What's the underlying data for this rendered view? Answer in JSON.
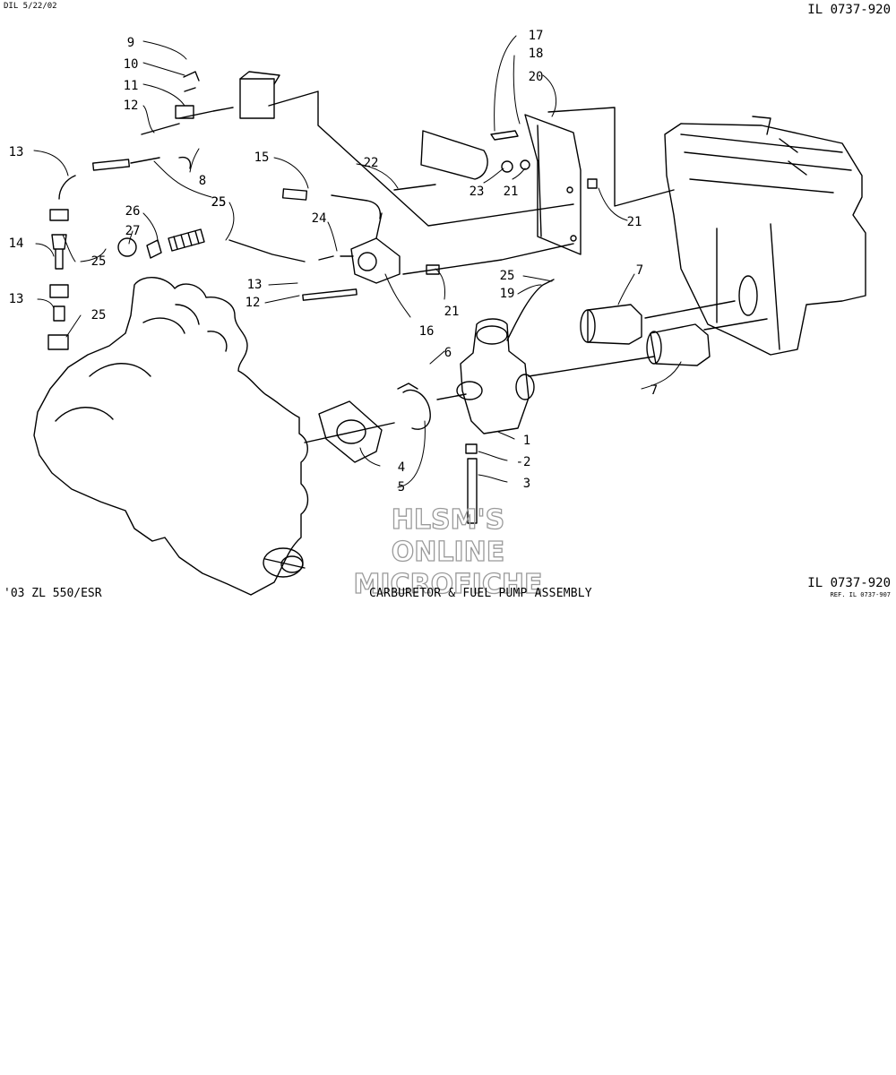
{
  "header": {
    "stamp": "DIL 5/22/02",
    "page_code": "IL 0737-920"
  },
  "footer": {
    "model": "'03 ZL 550/ESR",
    "title": "CARBURETOR & FUEL PUMP ASSEMBLY",
    "page_code": "IL 0737-920",
    "ref": "REF. IL 0737-907"
  },
  "watermark": [
    "HLSM'S",
    "ONLINE",
    "MICROFICHE"
  ],
  "callouts": [
    {
      "id": "c9",
      "label": "9"
    },
    {
      "id": "c10",
      "label": "10"
    },
    {
      "id": "c11",
      "label": "11"
    },
    {
      "id": "c12a",
      "label": "12"
    },
    {
      "id": "c13a",
      "label": "13"
    },
    {
      "id": "c8",
      "label": "8"
    },
    {
      "id": "c25a",
      "label": "25"
    },
    {
      "id": "c14",
      "label": "14"
    },
    {
      "id": "c25b",
      "label": "25"
    },
    {
      "id": "c13b",
      "label": "13"
    },
    {
      "id": "c25c",
      "label": "25"
    },
    {
      "id": "c26",
      "label": "26"
    },
    {
      "id": "c27",
      "label": "27"
    },
    {
      "id": "c25d",
      "label": "25"
    },
    {
      "id": "c15",
      "label": "15"
    },
    {
      "id": "c24",
      "label": "24"
    },
    {
      "id": "c13c",
      "label": "13"
    },
    {
      "id": "c12b",
      "label": "12"
    },
    {
      "id": "c16",
      "label": "16"
    },
    {
      "id": "c21a",
      "label": "21"
    },
    {
      "id": "c22",
      "label": "22"
    },
    {
      "id": "c23",
      "label": "23"
    },
    {
      "id": "c21b",
      "label": "21"
    },
    {
      "id": "c17",
      "label": "17"
    },
    {
      "id": "c18",
      "label": "18"
    },
    {
      "id": "c20",
      "label": "20"
    },
    {
      "id": "c21c",
      "label": "21"
    },
    {
      "id": "c25e",
      "label": "25"
    },
    {
      "id": "c19",
      "label": "19"
    },
    {
      "id": "c7a",
      "label": "7"
    },
    {
      "id": "c7b",
      "label": "7"
    },
    {
      "id": "c6",
      "label": "6"
    },
    {
      "id": "c1",
      "label": "1"
    },
    {
      "id": "c2",
      "label": "-2"
    },
    {
      "id": "c3",
      "label": "3"
    },
    {
      "id": "c4",
      "label": "4"
    },
    {
      "id": "c5",
      "label": "5"
    }
  ]
}
